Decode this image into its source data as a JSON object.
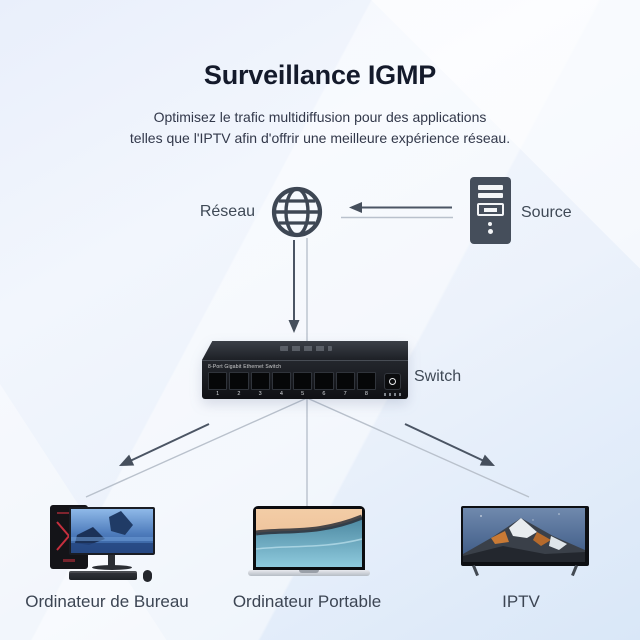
{
  "page": {
    "title": "Surveillance IGMP",
    "subtitle_line1": "Optimisez le trafic multidiffusion pour des applications",
    "subtitle_line2": "telles que l'IPTV afin d'offrir une meilleure expérience réseau."
  },
  "diagram": {
    "network": {
      "label": "Réseau",
      "icon": "globe-icon"
    },
    "source": {
      "label": "Source",
      "icon": "server-tower-icon"
    },
    "switch": {
      "label": "Switch",
      "front_text": "8-Port Gigabit Ethernet Switch",
      "port_numbers": [
        "1",
        "2",
        "3",
        "4",
        "5",
        "6",
        "7",
        "8"
      ]
    },
    "devices": [
      {
        "label": "Ordinateur de Bureau",
        "icon": "desktop-computer-icon"
      },
      {
        "label": "Ordinateur Portable",
        "icon": "laptop-icon"
      },
      {
        "label": "IPTV",
        "icon": "television-icon"
      }
    ],
    "arrows": [
      {
        "from": "Source",
        "to": "Réseau"
      },
      {
        "from": "Réseau",
        "to": "Switch"
      },
      {
        "from": "Switch",
        "to": "Ordinateur de Bureau"
      },
      {
        "from": "Switch",
        "to": "Ordinateur Portable"
      },
      {
        "from": "Switch",
        "to": "IPTV"
      }
    ]
  },
  "colors": {
    "title_text": "#141a2b",
    "body_text": "#32384a",
    "label_text": "#3f4956",
    "icon_dark": "#3e4754",
    "arrow_dark": "#4b5564",
    "arrow_light": "#b9c1cc",
    "background_top_left": "#e9effb",
    "background_bottom_right": "#d9e7f8"
  }
}
